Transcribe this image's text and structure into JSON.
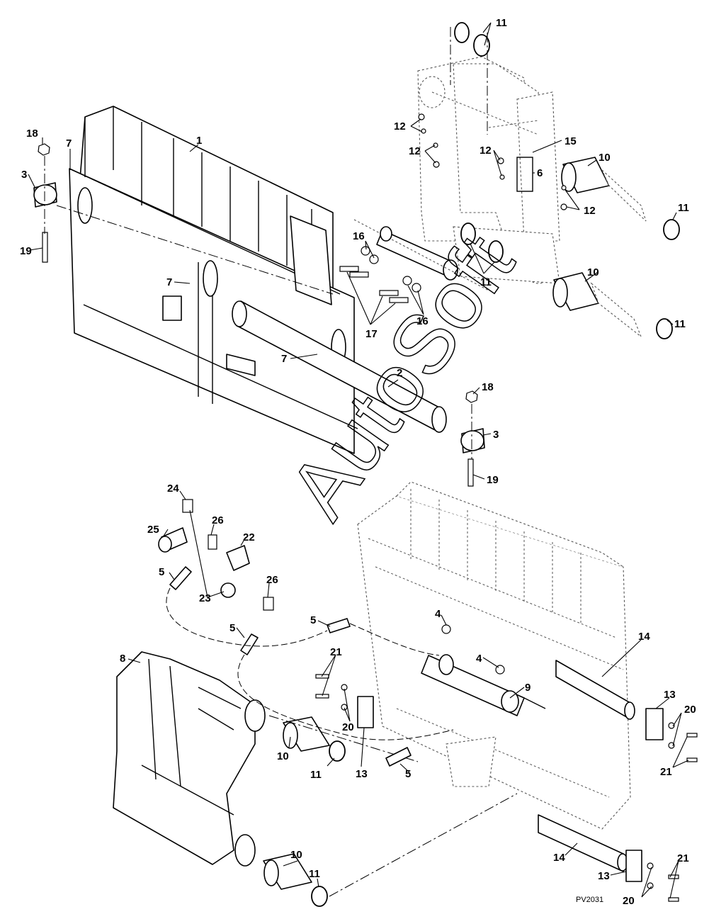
{
  "watermark": "AutoSoft",
  "figure_ref": "PV2031",
  "callouts": [
    {
      "id": "c1",
      "text": "1"
    },
    {
      "id": "c2",
      "text": "2"
    },
    {
      "id": "c3a",
      "text": "3"
    },
    {
      "id": "c3b",
      "text": "3"
    },
    {
      "id": "c4a",
      "text": "4"
    },
    {
      "id": "c4b",
      "text": "4"
    },
    {
      "id": "c5a",
      "text": "5"
    },
    {
      "id": "c5b",
      "text": "5"
    },
    {
      "id": "c5c",
      "text": "5"
    },
    {
      "id": "c5d",
      "text": "5"
    },
    {
      "id": "c6",
      "text": "6"
    },
    {
      "id": "c7a",
      "text": "7"
    },
    {
      "id": "c7b",
      "text": "7"
    },
    {
      "id": "c7c",
      "text": "7"
    },
    {
      "id": "c8",
      "text": "8"
    },
    {
      "id": "c9",
      "text": "9"
    },
    {
      "id": "c10a",
      "text": "10"
    },
    {
      "id": "c10b",
      "text": "10"
    },
    {
      "id": "c10c",
      "text": "10"
    },
    {
      "id": "c10d",
      "text": "10"
    },
    {
      "id": "c11a",
      "text": "11"
    },
    {
      "id": "c11b",
      "text": "11"
    },
    {
      "id": "c11c",
      "text": "11"
    },
    {
      "id": "c11d",
      "text": "11"
    },
    {
      "id": "c11e",
      "text": "11"
    },
    {
      "id": "c11f",
      "text": "11"
    },
    {
      "id": "c12a",
      "text": "12"
    },
    {
      "id": "c12b",
      "text": "12"
    },
    {
      "id": "c12c",
      "text": "12"
    },
    {
      "id": "c12d",
      "text": "12"
    },
    {
      "id": "c13a",
      "text": "13"
    },
    {
      "id": "c13b",
      "text": "13"
    },
    {
      "id": "c13c",
      "text": "13"
    },
    {
      "id": "c14a",
      "text": "14"
    },
    {
      "id": "c14b",
      "text": "14"
    },
    {
      "id": "c15",
      "text": "15"
    },
    {
      "id": "c16a",
      "text": "16"
    },
    {
      "id": "c16b",
      "text": "16"
    },
    {
      "id": "c17",
      "text": "17"
    },
    {
      "id": "c18a",
      "text": "18"
    },
    {
      "id": "c18b",
      "text": "18"
    },
    {
      "id": "c19a",
      "text": "19"
    },
    {
      "id": "c19b",
      "text": "19"
    },
    {
      "id": "c20a",
      "text": "20"
    },
    {
      "id": "c20b",
      "text": "20"
    },
    {
      "id": "c20c",
      "text": "20"
    },
    {
      "id": "c21a",
      "text": "21"
    },
    {
      "id": "c21b",
      "text": "21"
    },
    {
      "id": "c21c",
      "text": "21"
    },
    {
      "id": "c22",
      "text": "22"
    },
    {
      "id": "c23",
      "text": "23"
    },
    {
      "id": "c24",
      "text": "24"
    },
    {
      "id": "c25",
      "text": "25"
    },
    {
      "id": "c26a",
      "text": "26"
    },
    {
      "id": "c26b",
      "text": "26"
    }
  ]
}
